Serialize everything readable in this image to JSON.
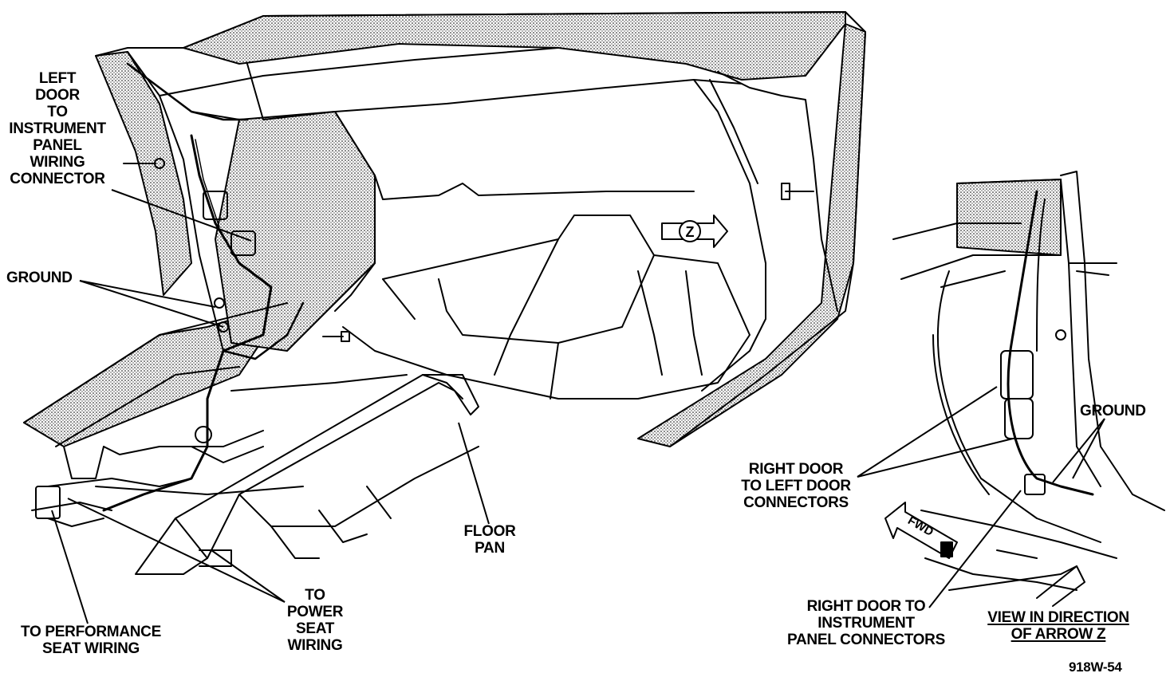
{
  "labels": {
    "left_door_connector": [
      "LEFT",
      "DOOR",
      "TO",
      "INSTRUMENT",
      "PANEL",
      "WIRING",
      "CONNECTOR"
    ],
    "ground_left": [
      "GROUND"
    ],
    "floor_pan": [
      "FLOOR",
      "PAN"
    ],
    "to_performance_seat": [
      "TO PERFORMANCE",
      "SEAT WIRING"
    ],
    "to_power_seat": [
      "TO",
      "POWER",
      "SEAT",
      "WIRING"
    ],
    "ground_right": [
      "GROUND"
    ],
    "right_to_left_door": [
      "RIGHT DOOR",
      "TO LEFT DOOR",
      "CONNECTORS"
    ],
    "right_to_instrument": [
      "RIGHT DOOR TO",
      "INSTRUMENT",
      "PANEL CONNECTORS"
    ],
    "view_direction": [
      "VIEW IN DIRECTION",
      "OF ARROW Z"
    ],
    "figure_id": [
      "918W-54"
    ]
  },
  "arrow_z_letter": "Z",
  "fwd_text": "FWD",
  "colors": {
    "line": "#000000",
    "background": "#ffffff"
  }
}
